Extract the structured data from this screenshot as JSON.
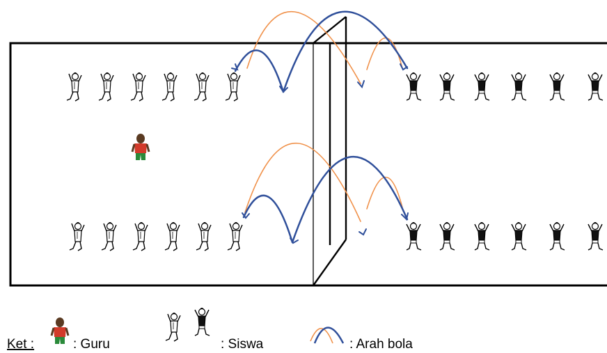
{
  "legend": {
    "prefix": "Ket :",
    "items": [
      {
        "icon": "teacher-icon",
        "label": ": Guru"
      },
      {
        "icon": "student-icon",
        "label": ": Siswa"
      },
      {
        "icon": "ball-arc-icon",
        "label": ": Arah bola"
      }
    ]
  },
  "colors": {
    "court_line": "#000000",
    "arc_blue": "#2f4f9a",
    "arc_orange": "#f0914a",
    "teacher_shirt": "#d23a2a",
    "teacher_pants": "#2a8a3a",
    "teacher_skin": "#5a3a22"
  },
  "court": {
    "rows": [
      {
        "name": "top-row",
        "left_students": 6,
        "right_students": 6
      },
      {
        "name": "bottom-row",
        "left_students": 6,
        "right_students": 6
      }
    ]
  }
}
